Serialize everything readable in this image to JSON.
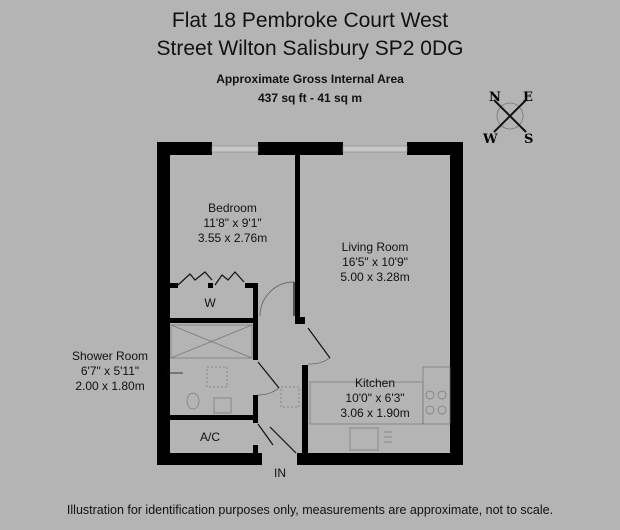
{
  "title_line1": "Flat 18 Pembroke Court West",
  "title_line2": "Street Wilton Salisbury SP2 0DG",
  "area_label": "Approximate Gross Internal Area",
  "area_value": "437 sq ft - 41 sq m",
  "compass": {
    "n": "N",
    "e": "E",
    "s": "S",
    "w": "W"
  },
  "rooms": {
    "bedroom": {
      "name": "Bedroom",
      "imperial": "11'8\" x 9'1\"",
      "metric": "3.55 x 2.76m"
    },
    "living": {
      "name": "Living Room",
      "imperial": "16'5\" x 10'9\"",
      "metric": "5.00 x 3.28m"
    },
    "shower": {
      "name": "Shower Room",
      "imperial": "6'7\" x 5'11\"",
      "metric": "2.00 x 1.80m"
    },
    "kitchen": {
      "name": "Kitchen",
      "imperial": "10'0\" x 6'3\"",
      "metric": "3.06 x 1.90m"
    },
    "wardrobe": "W",
    "airing": "A/C",
    "entrance": "IN"
  },
  "disclaimer": "Illustration for identification purposes only, measurements are approximate, not to scale."
}
